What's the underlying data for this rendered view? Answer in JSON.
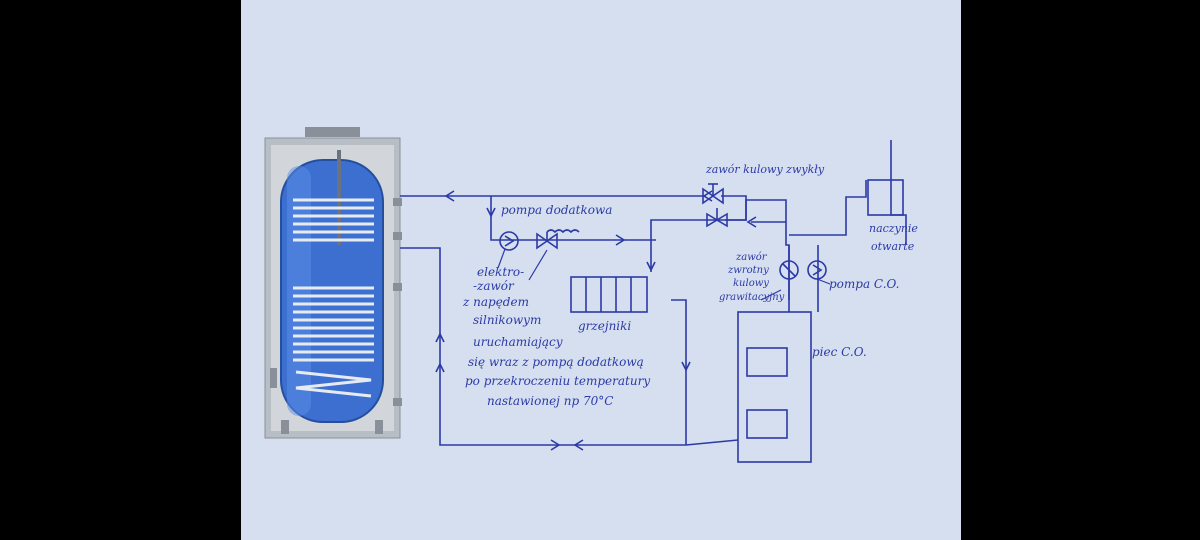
{
  "colors": {
    "background": "#000000",
    "paper": "#d6dff0",
    "ink": "#2c3aa6",
    "tank_body": "#3c6fd0",
    "tank_frame": "#9aa1a8"
  },
  "labels": {
    "ball_valve": "zawór kulowy zwykły",
    "extra_pump": "pompa dodatkowa",
    "electrovalve": [
      "elektro-",
      "-zawór",
      "z napędem",
      "silnikowym",
      "uruchamiający",
      "się wraz z pompą dodatkową",
      "po przekroczeniu temperatury",
      "nastawionej np 70°C"
    ],
    "radiators": "grzejniki",
    "gravity_valve": [
      "zawór",
      "zwrotny",
      "kulowy",
      "grawitacyjny"
    ],
    "co_pump": "pompa C.O.",
    "open_vessel": [
      "naczynie",
      "otwarte"
    ],
    "boiler": "piec C.O."
  }
}
